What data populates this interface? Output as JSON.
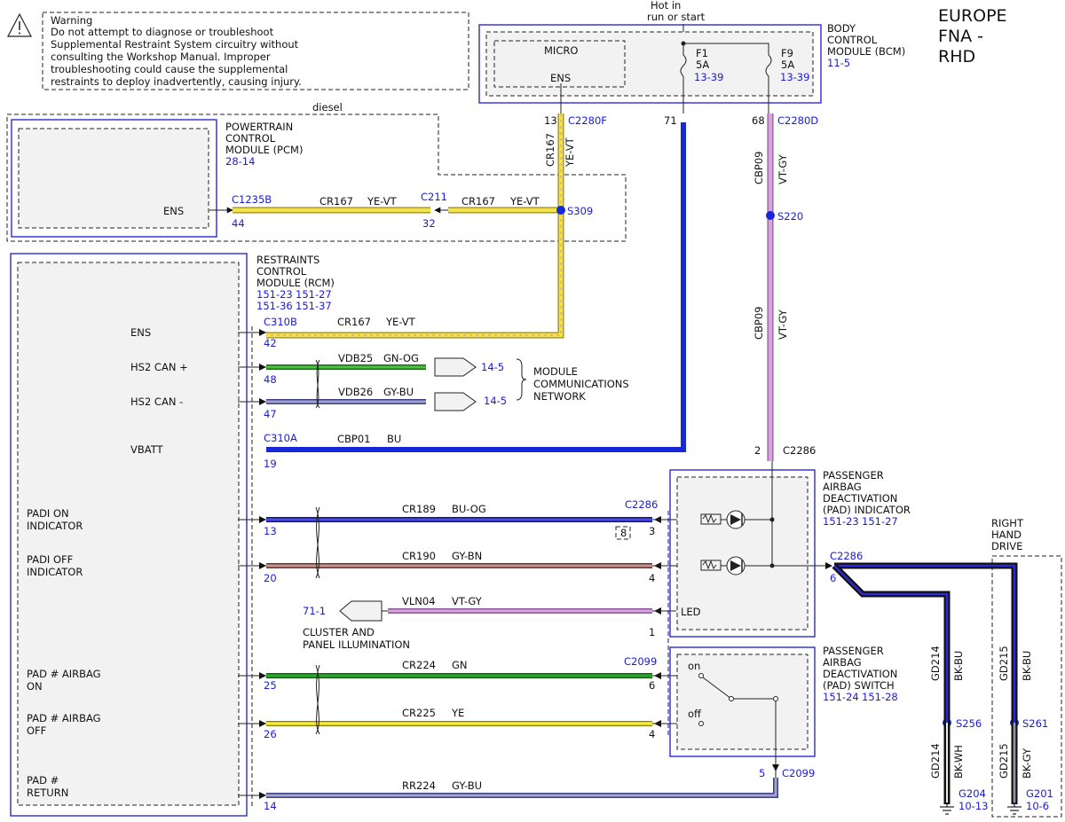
{
  "region": {
    "l1": "EUROPE",
    "l2": "FNA -",
    "l3": "RHD"
  },
  "warning": {
    "line1": "Warning",
    "line2": "Do not attempt to diagnose or troubleshoot",
    "line3": "Supplemental Restraint System circuitry without",
    "line4": "consulting the Workshop Manual. Improper",
    "line5": "troubleshooting could cause the supplemental",
    "line6": "restraints to deploy inadvertently, causing injury."
  },
  "power": {
    "l1": "Hot in",
    "l2": "run or start"
  },
  "bcm": {
    "l1": "BODY",
    "l2": "CONTROL",
    "l3": "MODULE (BCM)",
    "ref": "11-5",
    "micro": "MICRO",
    "ens": "ENS",
    "f1": "F1",
    "f1_rating": "5A",
    "f1_ref": "13-39",
    "f9": "F9",
    "f9_rating": "5A",
    "f9_ref": "13-39"
  },
  "diesel": "diesel",
  "pcm": {
    "l1": "POWERTRAIN",
    "l2": "CONTROL",
    "l3": "MODULE (PCM)",
    "ref": "28-14",
    "ens": "ENS"
  },
  "rcm": {
    "l1": "RESTRAINTS",
    "l2": "CONTROL",
    "l3": "MODULE (RCM)",
    "ref1": "151-23",
    "ref2": "151-27",
    "ref3": "151-36",
    "ref4": "151-37",
    "pins": {
      "ens": "ENS",
      "can_p": "HS2 CAN +",
      "can_m": "HS2 CAN -",
      "vbatt": "VBATT",
      "padi_on_1": "PADI ON",
      "padi_on_2": "INDICATOR",
      "padi_off_1": "PADI OFF",
      "padi_off_2": "INDICATOR",
      "airbag_on_1": "PAD # AIRBAG",
      "airbag_on_2": "ON",
      "airbag_off_1": "PAD # AIRBAG",
      "airbag_off_2": "OFF",
      "return_1": "PAD #",
      "return_2": "RETURN"
    }
  },
  "connectors": {
    "c2280f": "C2280F",
    "c2280f_pin": "13",
    "c2280d": "C2280D",
    "c2280d_pin": "68",
    "bcm_71": "71",
    "c1235b": "C1235B",
    "c1235b_pin": "44",
    "c211": "C211",
    "c211_pin": "32",
    "c310b": "C310B",
    "c310b_pin42": "42",
    "pin48": "48",
    "pin47": "47",
    "c310a": "C310A",
    "pin19": "19",
    "pin13": "13",
    "pin20": "20",
    "pin25": "25",
    "pin26": "26",
    "pin14": "14",
    "c2286_top": "C2286",
    "c2286_top_pin": "2",
    "c2286_left": "C2286",
    "pin3": "3",
    "pin4": "4",
    "pin1": "1",
    "note8": "8",
    "c2286_right": "C2286",
    "c2286_right_pin": "6",
    "c2099_left": "C2099",
    "pin6": "6",
    "pin4b": "4",
    "c2099_bottom": "C2099",
    "pin5": "5"
  },
  "splices": {
    "s309": "S309",
    "s220": "S220",
    "s256": "S256",
    "s261": "S261"
  },
  "wires": {
    "cr167": "CR167",
    "yevt": "YE-VT",
    "cbp09": "CBP09",
    "vtgy": "VT-GY",
    "vdb25": "VDB25",
    "gnog": "GN-OG",
    "vdb26": "VDB26",
    "gybu": "GY-BU",
    "cbp01": "CBP01",
    "bu": "BU",
    "cr189": "CR189",
    "buog": "BU-OG",
    "cr190": "CR190",
    "gybn": "GY-BN",
    "vln04": "VLN04",
    "vln_color": "VT-GY",
    "cr224": "CR224",
    "gn": "GN",
    "cr225": "CR225",
    "ye": "YE",
    "rr224": "RR224",
    "rr_color": "GY-BU",
    "gd214": "GD214",
    "bkbu": "BK-BU",
    "bkwh": "BK-WH",
    "gd215": "GD215",
    "bkbu2": "BK-BU",
    "bkgy": "BK-GY"
  },
  "network": {
    "ref1": "14-5",
    "ref2": "14-5",
    "l1": "MODULE",
    "l2": "COMMUNICATIONS",
    "l3": "NETWORK"
  },
  "illum": {
    "ref": "71-1",
    "l1": "CLUSTER AND",
    "l2": "PANEL ILLUMINATION"
  },
  "pad_ind": {
    "l1": "PASSENGER",
    "l2": "AIRBAG",
    "l3": "DEACTIVATION",
    "l4": "(PAD) INDICATOR",
    "ref1": "151-23",
    "ref2": "151-27",
    "led": "LED"
  },
  "pad_sw": {
    "l1": "PASSENGER",
    "l2": "AIRBAG",
    "l3": "DEACTIVATION",
    "l4": "(PAD) SWITCH",
    "ref1": "151-24",
    "ref2": "151-28",
    "on": "on",
    "off": "off"
  },
  "rhd": {
    "l1": "RIGHT",
    "l2": "HAND",
    "l3": "DRIVE"
  },
  "grounds": {
    "g204": "G204",
    "g204_ref": "10-13",
    "g201": "G201",
    "g201_ref": "10-6"
  },
  "colors": {
    "yellow": "#f2e34a",
    "violet_gray": "#d9a3e0",
    "blue": "#1628d8",
    "green": "#2fa12f",
    "gray_blue": "#8c93c6",
    "blue_orange": "#3f3fc8",
    "gray_brown": "#b98a80",
    "black": "#111111",
    "ref_blue": "#1a1adc"
  }
}
